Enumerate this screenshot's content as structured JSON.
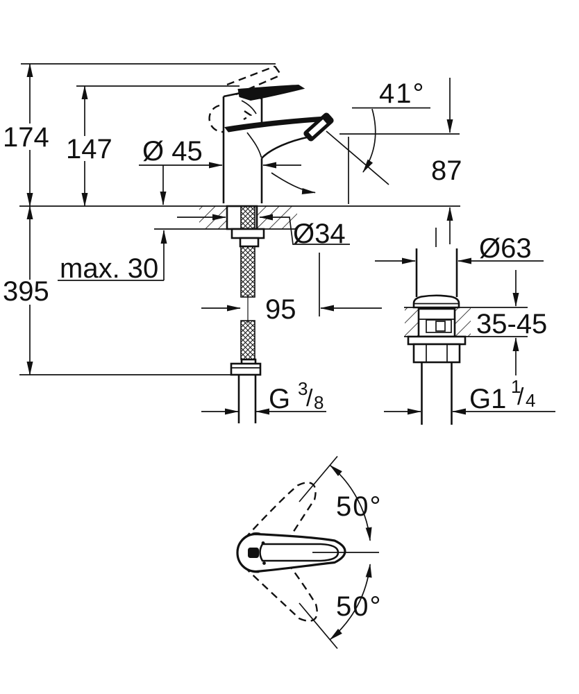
{
  "drawing": {
    "type": "technical-dimension-drawing",
    "views": [
      "faucet-side-elevation",
      "pop-up-waste-section",
      "handle-top-view"
    ]
  },
  "labels": {
    "overall_height": "174",
    "lever_height": "147",
    "base_diameter": "Ø 45",
    "stream_angle": "41°",
    "outlet_height": "87",
    "hole_diameter": "Ø34",
    "deck_max_thickness": "max. 30",
    "hose_length": "395",
    "spout_reach": "95",
    "waste_cap_diameter": "Ø63",
    "waste_deck_range": "35-45",
    "swing_upper": "50°",
    "swing_lower": "50°",
    "supply_thread": {
      "prefix": "G",
      "num": "3",
      "slash": "/",
      "den": "8"
    },
    "waste_thread": {
      "prefix": "G1",
      "num": "1",
      "slash": "/",
      "den": "4"
    }
  },
  "colors": {
    "line": "#111111",
    "background": "#ffffff"
  }
}
